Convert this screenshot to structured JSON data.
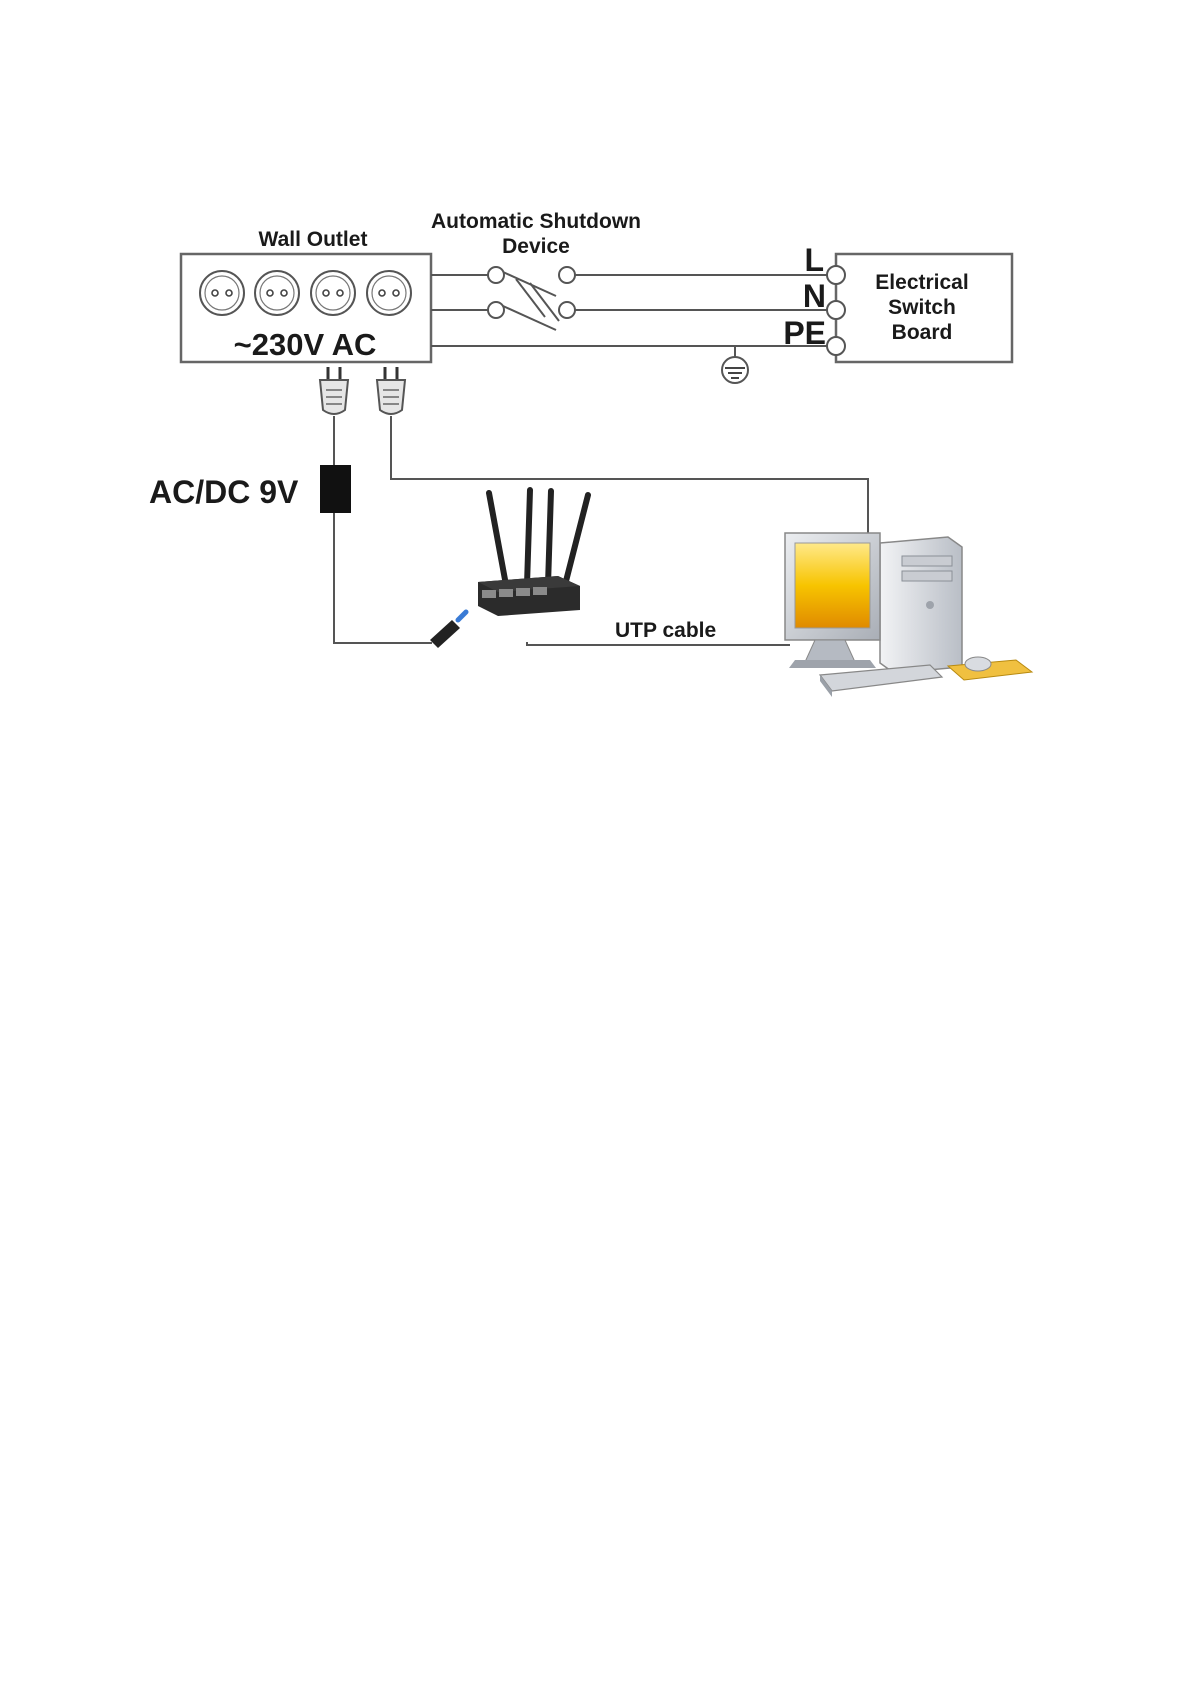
{
  "labels": {
    "wall_outlet": "Wall Outlet",
    "shutdown_line1": "Automatic Shutdown",
    "shutdown_line2": "Device",
    "voltage": "~230V AC",
    "terminal_l": "L",
    "terminal_n": "N",
    "terminal_pe": "PE",
    "board_line1": "Electrical",
    "board_line2": "Switch",
    "board_line3": "Board",
    "adapter": "AC/DC 9V",
    "cable": "UTP cable"
  },
  "colors": {
    "wire": "#555555",
    "screen_fill": "#f7c400",
    "case_fill": "#d8dbe0",
    "mousepad": "#f0c040",
    "router_body": "#222222"
  },
  "icons": [
    "socket-icon",
    "plug-icon",
    "ground-icon",
    "router-icon",
    "computer-icon"
  ]
}
